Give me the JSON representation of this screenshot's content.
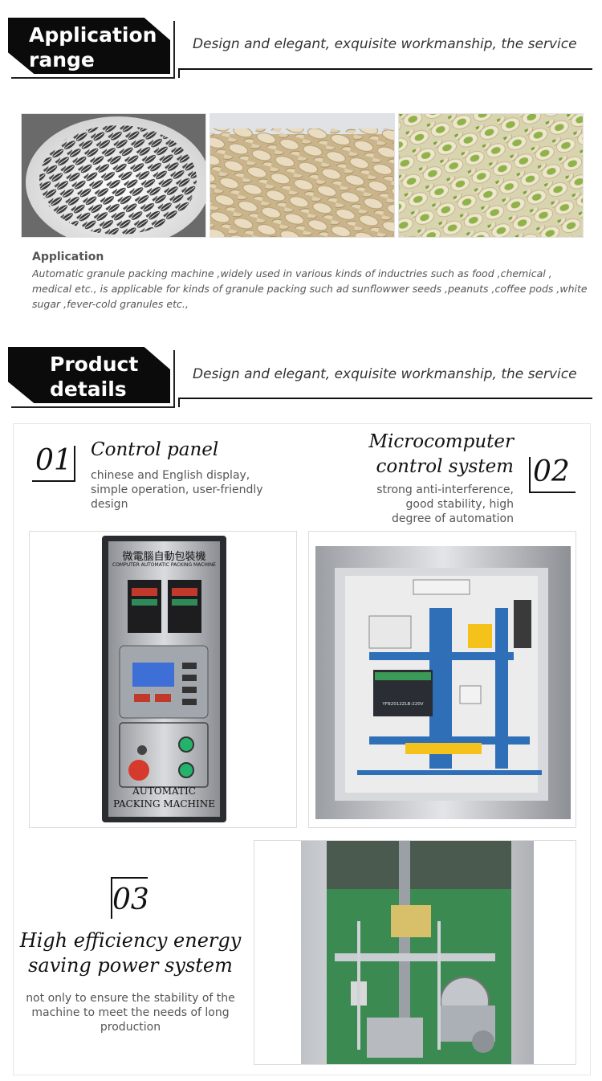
{
  "application_section": {
    "badge_line1": "Application",
    "badge_line2": "range",
    "tagline": "Design and elegant, exquisite workmanship, the service",
    "images": [
      {
        "name": "sunflower-seeds-photo",
        "subject": "sunflower seeds"
      },
      {
        "name": "peanuts-photo",
        "subject": "peanuts"
      },
      {
        "name": "pistachios-photo",
        "subject": "pistachios"
      }
    ],
    "heading": "Application",
    "body_lines": [
      "Automatic granule packing machine ,widely used in various kinds of inductries such as food ,chemical ,",
      "medical etc., is applicable for kinds of granule packing such ad sunflowwer seeds  ,peanuts  ,coffee pods ,white",
      "sugar ,fever-cold granules etc.,"
    ]
  },
  "product_section": {
    "badge_line1": "Product",
    "badge_line2": "details",
    "tagline": "Design and elegant, exquisite workmanship, the service",
    "features": [
      {
        "number": "01",
        "title_lines": [
          "Control panel"
        ],
        "desc_lines": [
          "chinese and English display,",
          "simple operation, user-friendly",
          "design"
        ]
      },
      {
        "number": "02",
        "title_lines": [
          "Microcomputer",
          "control system"
        ],
        "desc_lines": [
          "strong anti-interference,",
          "good stability, high",
          "degree of automation"
        ]
      },
      {
        "number": "03",
        "title_lines": [
          "High efficiency energy",
          "saving power system"
        ],
        "desc_lines": [
          "not only to ensure the stability of the",
          "machine to meet the needs of long",
          "production"
        ]
      }
    ],
    "control_panel": {
      "brand_cn": "微電腦自動包裝機",
      "brand_en": "COMPUTER AUTOMATIC PACKING MACHINE",
      "bottom_line1": "AUTOMATIC",
      "bottom_line2": "PACKING MACHINE"
    },
    "circuit_board": {
      "module_label": "YFB2012ZLB-220V"
    }
  },
  "colors": {
    "badge_bg": "#0b0b0b",
    "text_dark": "#111111",
    "text_gray": "#555555",
    "steel": "#b9bcbf",
    "board_blue": "#2f6fb8",
    "machine_green": "#3a8a52"
  }
}
